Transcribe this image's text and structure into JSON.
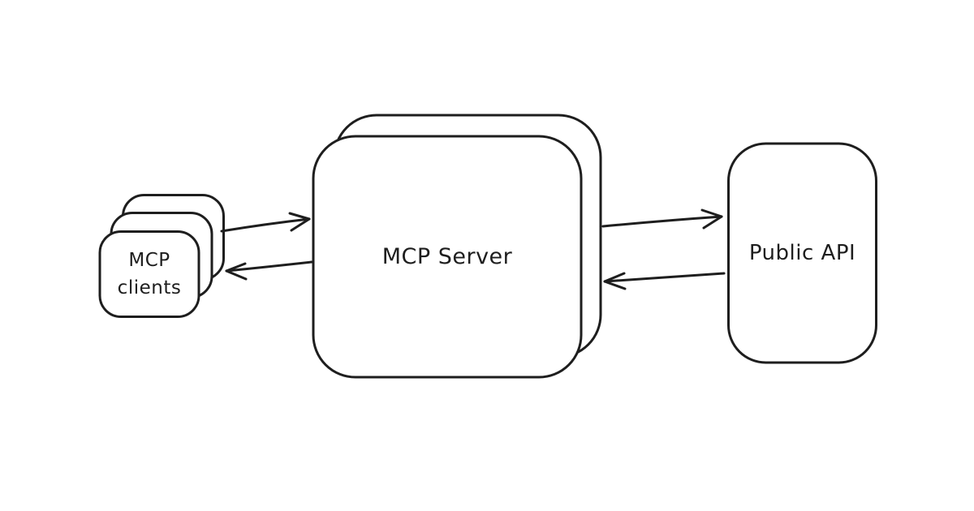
{
  "diagram": {
    "background_color": "#ffffff",
    "stroke_color": "#1e1e1e",
    "nodes": {
      "clients": {
        "label_line1": "MCP",
        "label_line2": "clients",
        "stacked_cards": 3
      },
      "server": {
        "label": "MCP Server",
        "stacked_cards": 2
      },
      "api": {
        "label": "Public API",
        "stacked_cards": 1
      }
    },
    "arrows": [
      {
        "name": "clients-to-server",
        "direction": "right"
      },
      {
        "name": "server-to-clients",
        "direction": "left"
      },
      {
        "name": "server-to-api",
        "direction": "right"
      },
      {
        "name": "api-to-server",
        "direction": "left"
      }
    ]
  }
}
